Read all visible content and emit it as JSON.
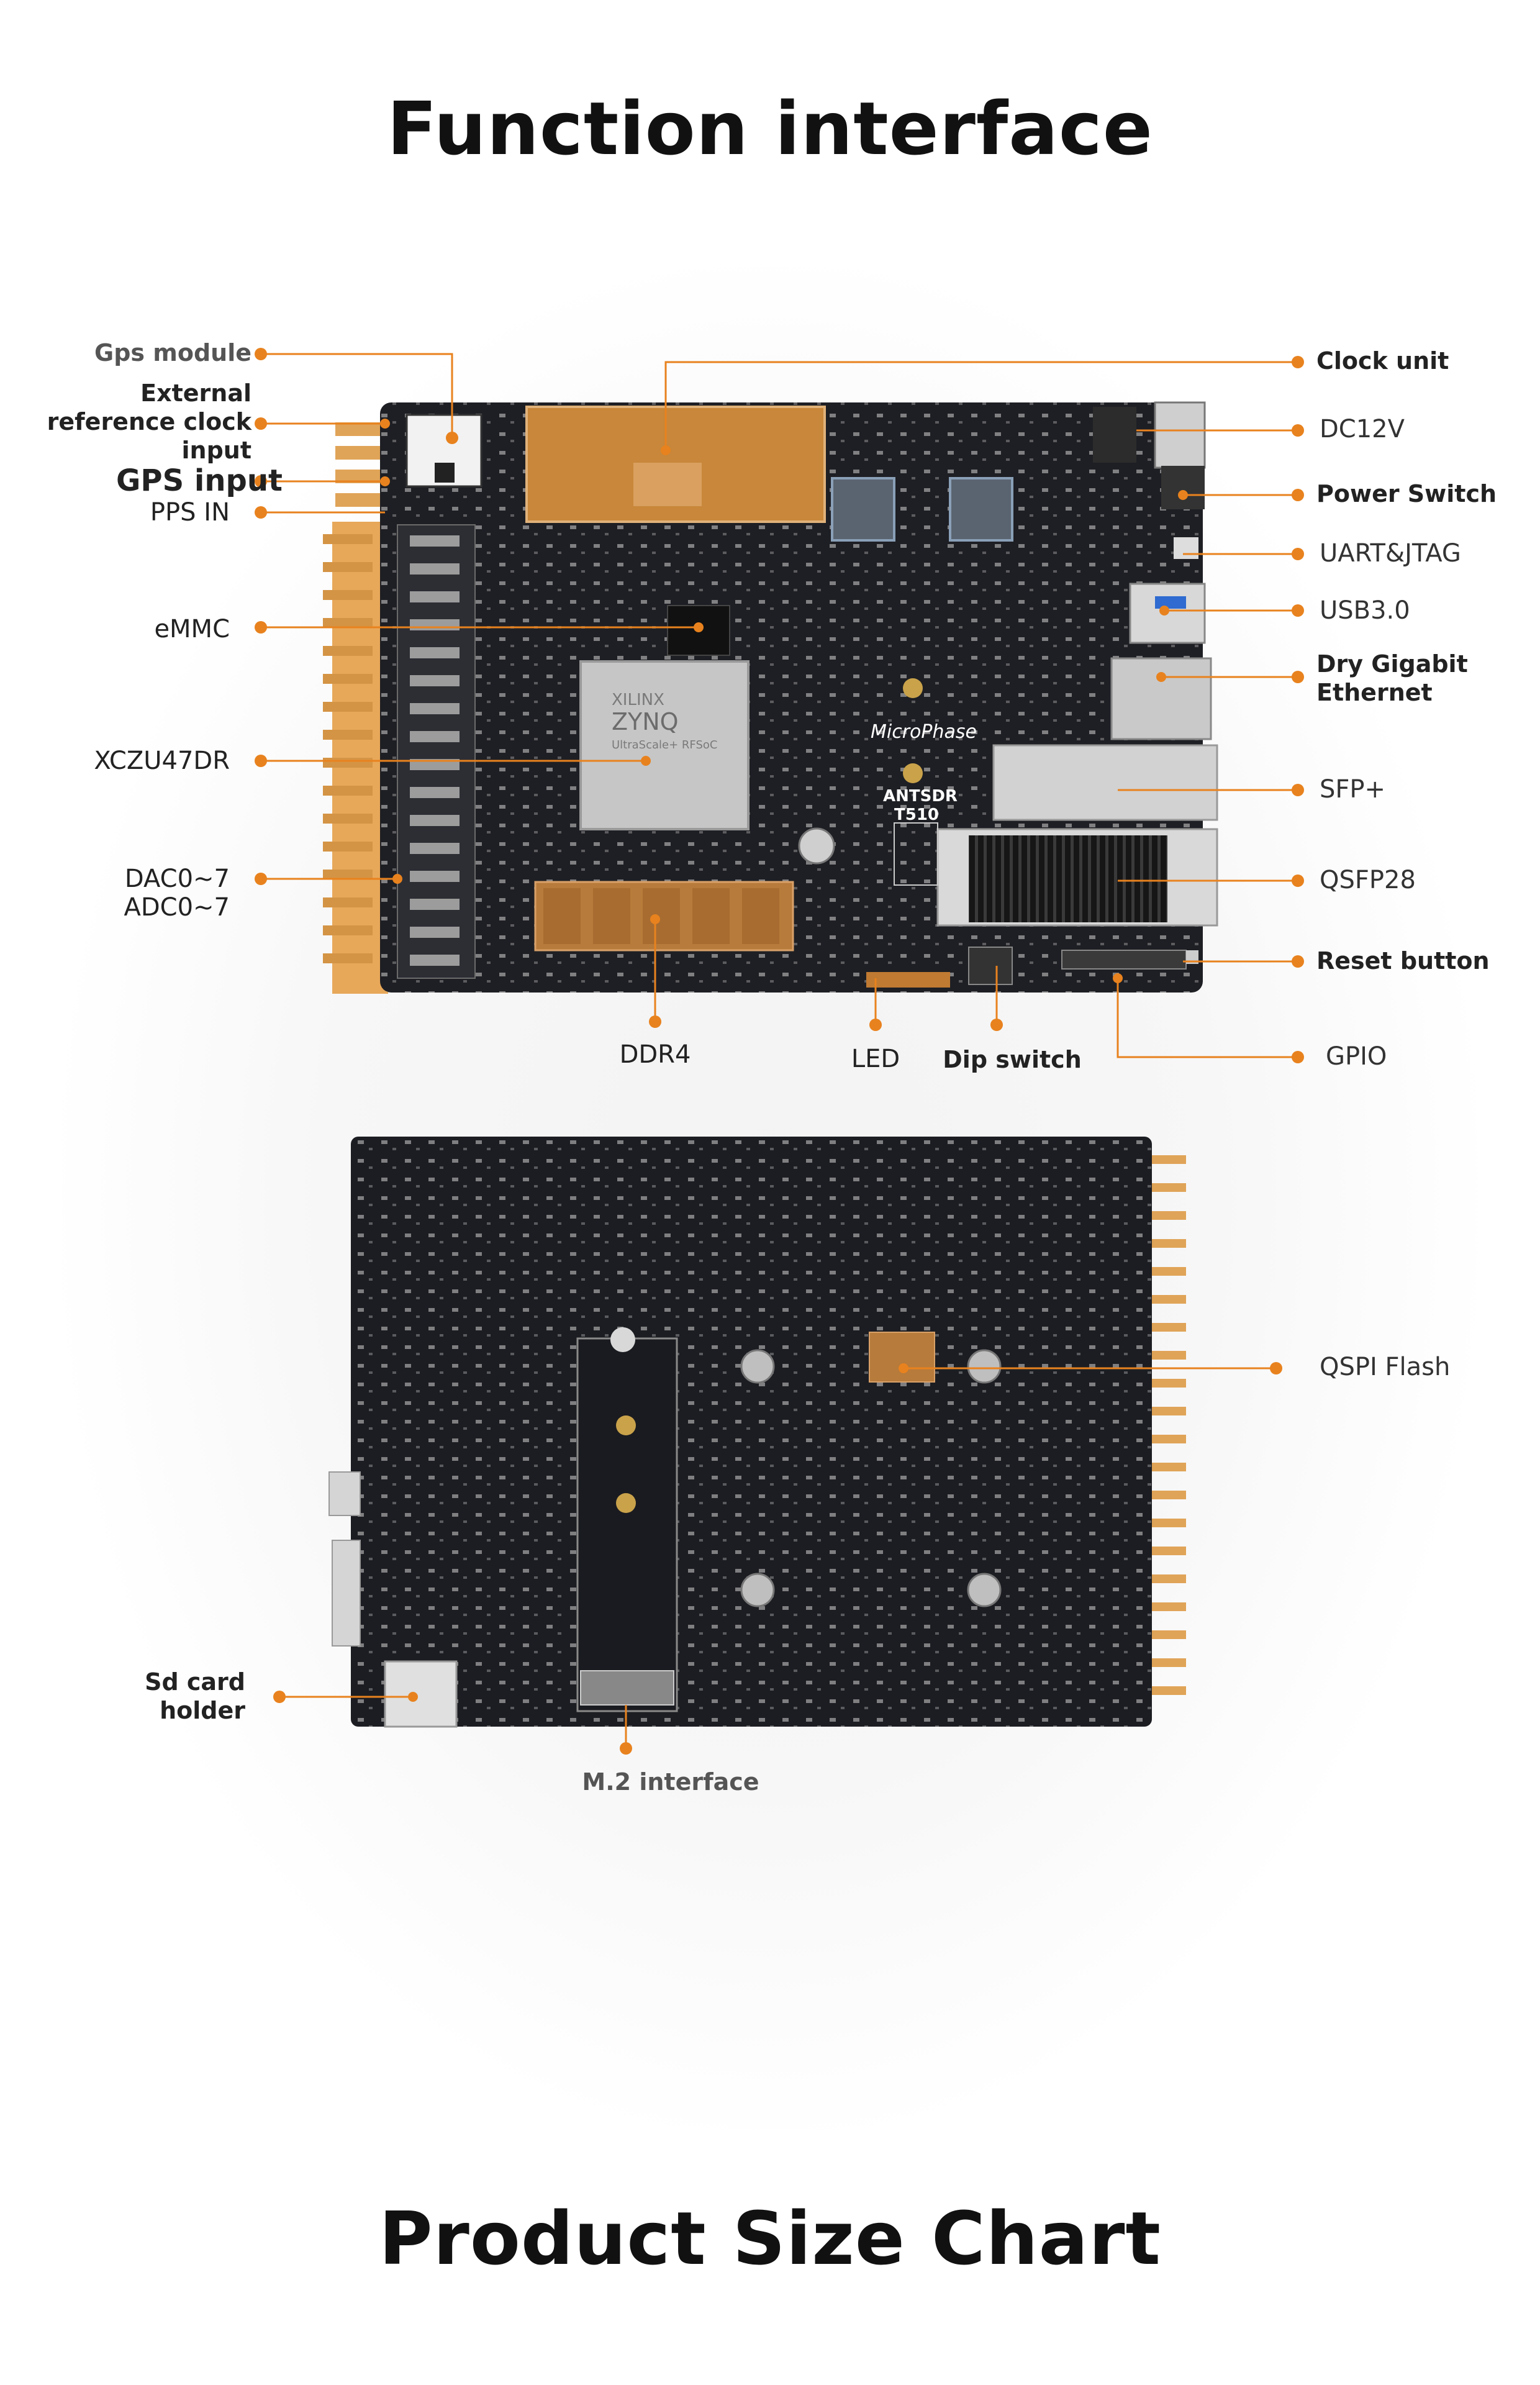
{
  "page": {
    "title_top": "Function interface",
    "title_bottom": "Product Size Chart"
  },
  "labels_left": {
    "gps_module": "Gps module",
    "external_reference_clock": "External\nreference clock\ninput",
    "gps_input": "GPS input",
    "pps_in": "PPS IN",
    "emmc": "eMMC",
    "xczu47dr": "XCZU47DR",
    "dac_adc": "DAC0~7\nADC0~7",
    "sd_card_holder": "Sd card\nholder"
  },
  "labels_right": {
    "clock_unit": "Clock unit",
    "dc12v": "DC12V",
    "power_switch": "Power Switch",
    "uart_jtag": "UART&JTAG",
    "usb30": "USB3.0",
    "dry_gigabit_ethernet": "Dry Gigabit\nEthernet",
    "sfp_plus": "SFP+",
    "qsfp28": "QSFP28",
    "reset_button": "Reset button",
    "gpio": "GPIO",
    "qspi_flash": "QSPI Flash"
  },
  "labels_bottom": {
    "ddr4": "DDR4",
    "led": "LED",
    "dip_switch": "Dip switch",
    "m2_interface": "M.2 interface"
  },
  "board_text": {
    "brand": "MicroPhase",
    "model": "ANTSDR",
    "model_sub": "T510",
    "chip_vendor": "XILINX",
    "chip_family": "ZYNQ",
    "chip_line": "UltraScale+ RFSoC"
  },
  "colors": {
    "accent": "#e8821e",
    "board": "#1e1f24",
    "copper": "#c8873a",
    "connector": "#e7a85a"
  }
}
